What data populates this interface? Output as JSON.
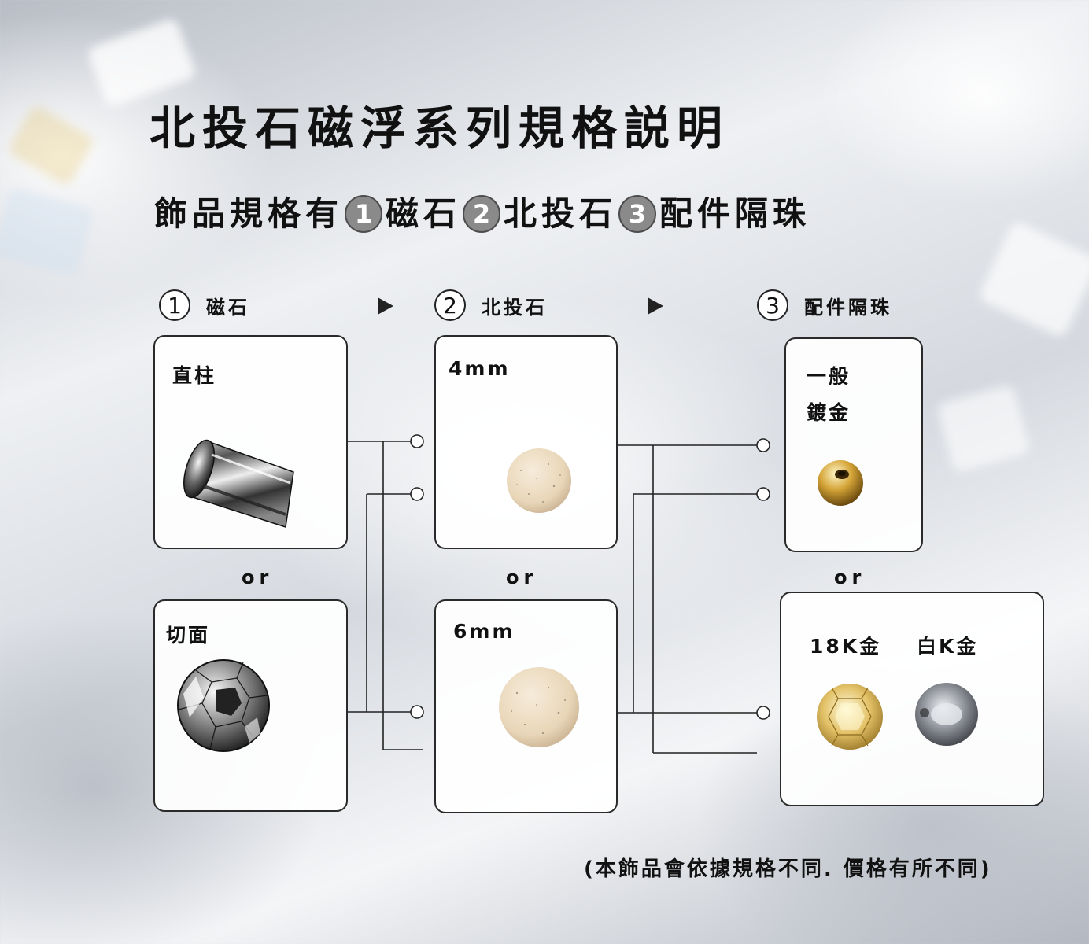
{
  "title": "北投石磁浮系列規格説明",
  "subtitle": {
    "prefix": "飾品規格有",
    "items": [
      {
        "num": "1",
        "label": "磁石"
      },
      {
        "num": "2",
        "label": "北投石"
      },
      {
        "num": "3",
        "label": "配件隔珠"
      }
    ]
  },
  "sections": [
    {
      "num": "1",
      "label": "磁石",
      "options": [
        "直柱",
        "切面"
      ]
    },
    {
      "num": "2",
      "label": "北投石",
      "options": [
        "4mm",
        "6mm"
      ]
    },
    {
      "num": "3",
      "label": "配件隔珠",
      "options": [
        "一般",
        "鍍金"
      ],
      "alt_options": [
        "18K金",
        "白K金"
      ]
    }
  ],
  "or_text": "or",
  "note": "(本飾品會依據規格不同. 價格有所不同)"
}
